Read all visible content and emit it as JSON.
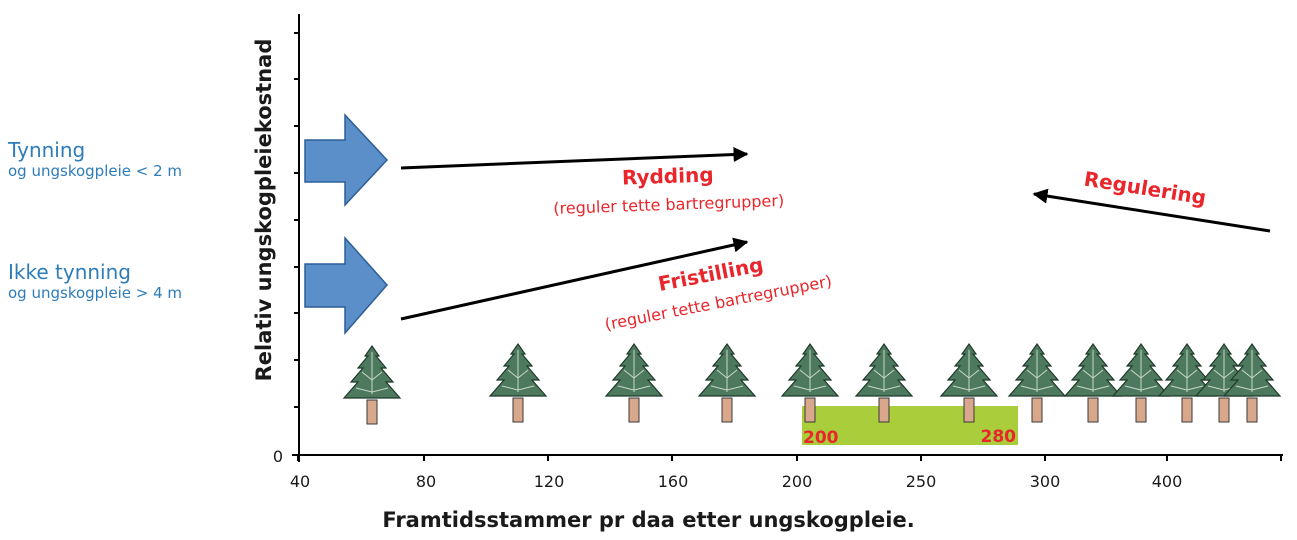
{
  "side_labels": {
    "tynning": {
      "main": "Tynning",
      "sub": "og ungskogpleie < 2 m"
    },
    "ikke_tynning": {
      "main": "Ikke tynning",
      "sub": "og ungskogpleie > 4 m"
    }
  },
  "axes": {
    "ylabel": "Relativ ungskogpleiekostnad",
    "xlabel": "Framtidsstammer pr daa etter ungskogpleie.",
    "y_origin_label": "0",
    "x_ticks": [
      "40",
      "80",
      "120",
      "160",
      "200",
      "250",
      "300",
      "400"
    ]
  },
  "annotations": {
    "rydding_title": "Rydding",
    "rydding_sub": "(reguler tette bartregrupper)",
    "fristilling_title": "Fristilling",
    "fristilling_sub": "(reguler tette bartregrupper)",
    "regulering": "Regulering"
  },
  "target_range": {
    "start": "200",
    "end": "280",
    "color": "#a9cd3b"
  },
  "colors": {
    "accent_blue": "#5b8fca",
    "label_blue": "#2e7cb8",
    "red": "#e8262b",
    "tree_green": "#4d7a5e",
    "trunk": "#d9a78b"
  },
  "icons": [
    "block-arrow-icon",
    "spruce-tree-icon"
  ]
}
